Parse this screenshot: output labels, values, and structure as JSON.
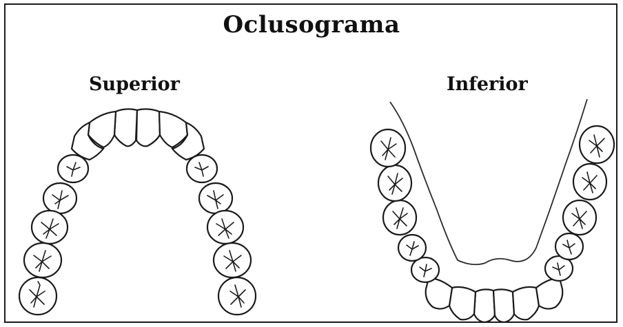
{
  "title": "Oclusograma",
  "arches": {
    "upper": {
      "label": "Superior"
    },
    "lower": {
      "label": "Inferior"
    }
  },
  "colors": {
    "stroke": "#1a1a1a",
    "background": "#ffffff",
    "border": "#1a1a1a"
  }
}
